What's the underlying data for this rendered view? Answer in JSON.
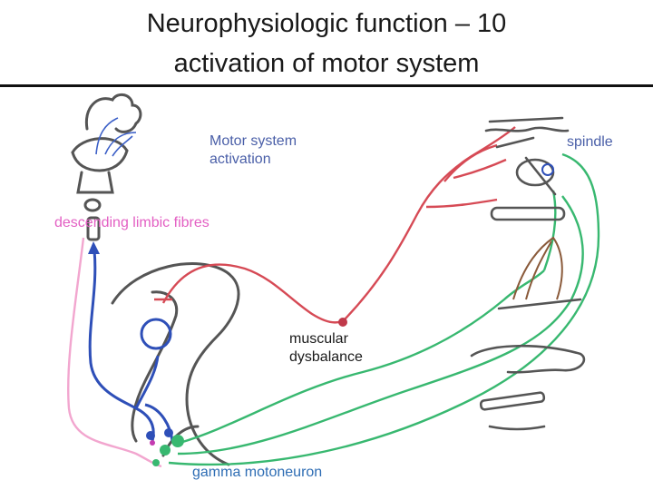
{
  "title_line1": "Neurophysiologic function – 10",
  "title_line2": "activation of motor system",
  "labels": {
    "motor_system": "Motor system activation",
    "spindle": "spindle",
    "descending_limbic": "descending limbic fibres",
    "muscular_dysbalance": "muscular dysbalance",
    "gamma_motoneuron": "gamma motoneuron"
  },
  "colors": {
    "motor_pathway": "#d64a55",
    "gamma_pathway": "#38b870",
    "limbic_fibres": "#f2a6cf",
    "descending_blue": "#2e4fb8",
    "outline": "#555555"
  }
}
